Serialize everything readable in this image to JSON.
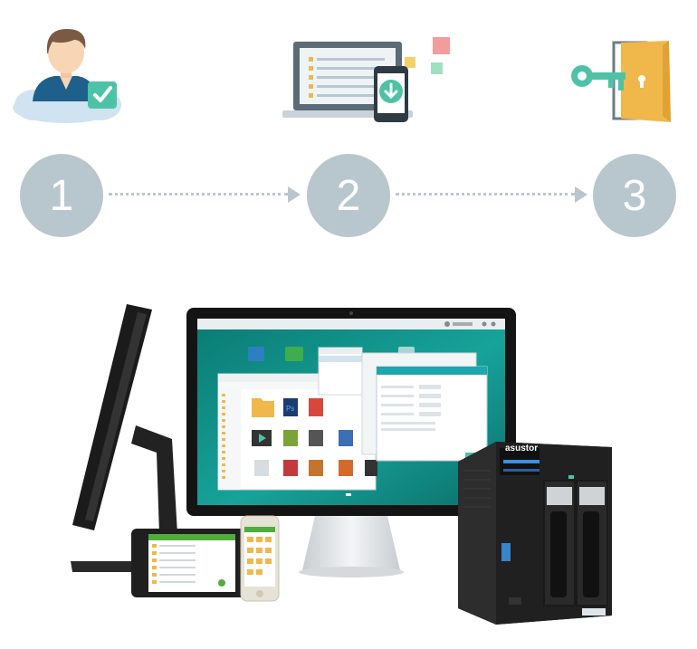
{
  "steps": [
    {
      "number": "1",
      "icon": "user-cloud-check-icon"
    },
    {
      "number": "2",
      "icon": "laptop-phone-download-icon"
    },
    {
      "number": "3",
      "icon": "key-door-icon"
    }
  ],
  "colors": {
    "circle": "#b8c7cd",
    "teal": "#4ec2a7",
    "door": "#f0b84a",
    "skin": "#f8d5b4",
    "shirt": "#1f5f8c",
    "cloud": "#cfe3f0",
    "nas_body": "#1e1e1e"
  },
  "nas": {
    "brand": "asustor"
  }
}
